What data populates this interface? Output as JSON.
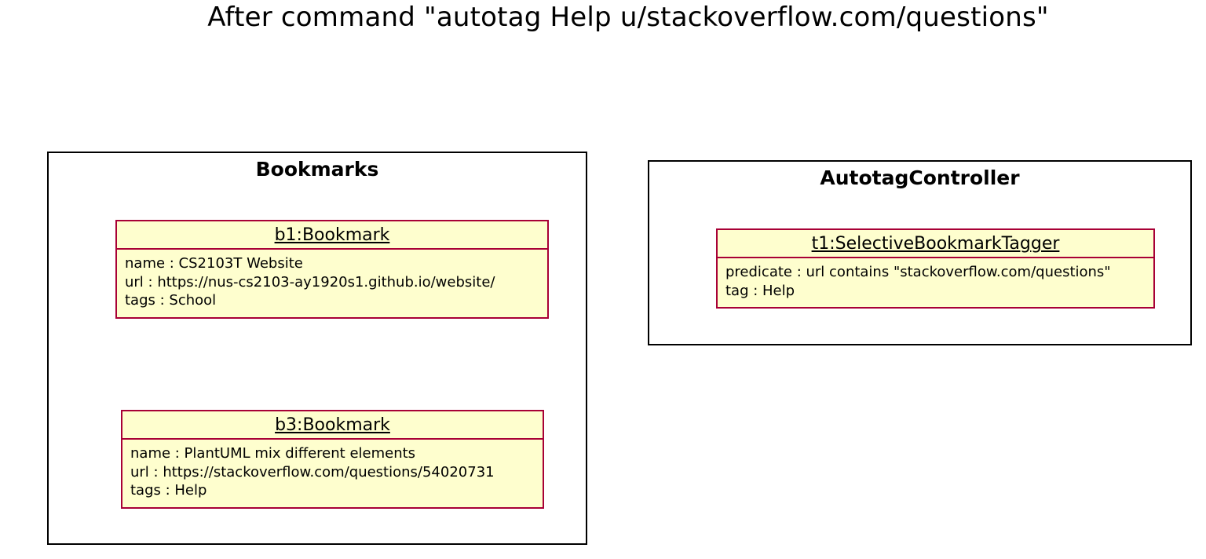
{
  "title": "After command \"autotag Help u/stackoverflow.com/questions\"",
  "colors": {
    "object_fill": "#fefece",
    "object_border": "#a80036",
    "package_border": "#000000"
  },
  "packages": [
    {
      "name": "Bookmarks",
      "objects": [
        {
          "name": "b1:Bookmark",
          "attributes": [
            "name : CS2103T Website",
            "url : https://nus-cs2103-ay1920s1.github.io/website/",
            "tags : School"
          ]
        },
        {
          "name": "b3:Bookmark",
          "attributes": [
            "name : PlantUML mix different elements",
            "url : https://stackoverflow.com/questions/54020731",
            "tags : Help"
          ]
        }
      ]
    },
    {
      "name": "AutotagController",
      "objects": [
        {
          "name": "t1:SelectiveBookmarkTagger",
          "attributes": [
            "predicate : url contains \"stackoverflow.com/questions\"",
            "tag : Help"
          ]
        }
      ]
    }
  ]
}
